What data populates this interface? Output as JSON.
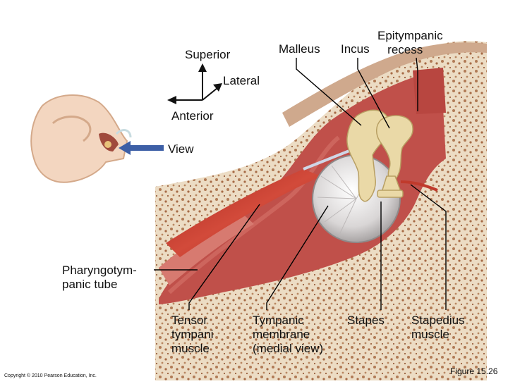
{
  "labels": {
    "superior": "Superior",
    "malleus": "Malleus",
    "incus": "Incus",
    "epitympanic_recess": "Epitympanic\n   recess",
    "lateral": "Lateral",
    "anterior": "Anterior",
    "view": "View",
    "pharyngotympanic_tube": "Pharyngotym-\npanic tube",
    "tensor_tympani_muscle": "Tensor\ntympani\nmuscle",
    "tympanic_membrane": "Tympanic\nmembrane\n(medial view)",
    "stapes": "Stapes",
    "stapedius_muscle": "Stapedius\nmuscle"
  },
  "copyright": "Copyright © 2010 Pearson Education, Inc.",
  "figure_number": "Figure 15.26",
  "colors": {
    "bone": "#ecdcc4",
    "bone_pores": "#b07a55",
    "cavity": "#c0504a",
    "membrane": "#e4e2e2",
    "ossicle": "#ead9a7",
    "muscle": "#c03a2c",
    "view_arrow": "#3d5fa6",
    "leader": "#000000"
  }
}
